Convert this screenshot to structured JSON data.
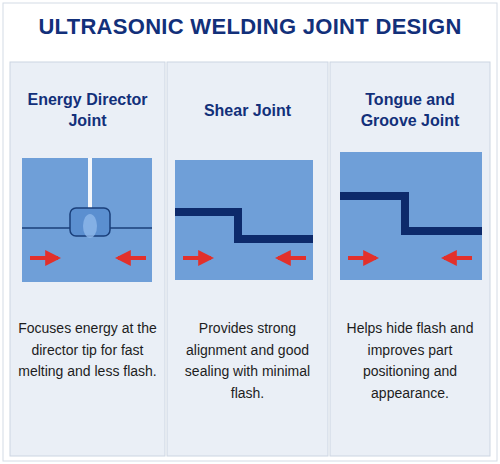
{
  "diagram": {
    "title": "ULTRASONIC WELDING JOINT DESIGN",
    "nodes": [
      {
        "text": [
          "Energy Director Joint",
          "Focuses energy at the director tip for fast melting and less flash."
        ]
      },
      {
        "text": [
          "Shear Joint",
          "Provides strong alignment and good sealing with minimal flash."
        ]
      },
      {
        "text": [
          "Tongue and Groove Joint",
          "Helps hide flash and improves part positioning and appearance."
        ]
      }
    ]
  }
}
